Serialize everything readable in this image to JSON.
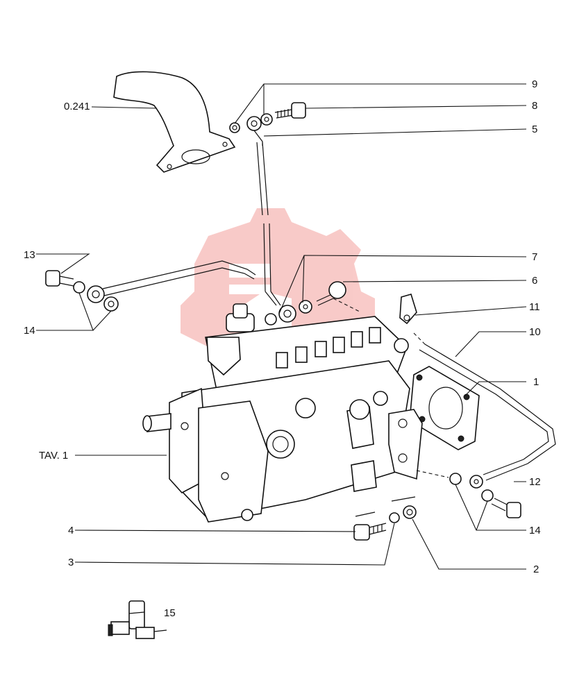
{
  "labels": {
    "ref_0241": "0.241",
    "n9": "9",
    "n8": "8",
    "n5": "5",
    "n7": "7",
    "n6": "6",
    "n11": "11",
    "n10": "10",
    "n13": "13",
    "n14_left": "14",
    "n1": "1",
    "tav1": "TAV. 1",
    "n12": "12",
    "n14_right": "14",
    "n4": "4",
    "n3": "3",
    "n2": "2",
    "n15": "15"
  },
  "colors": {
    "line": "#111111",
    "watermark": "#e8463c"
  },
  "watermark": {
    "type": "gear-logo"
  }
}
